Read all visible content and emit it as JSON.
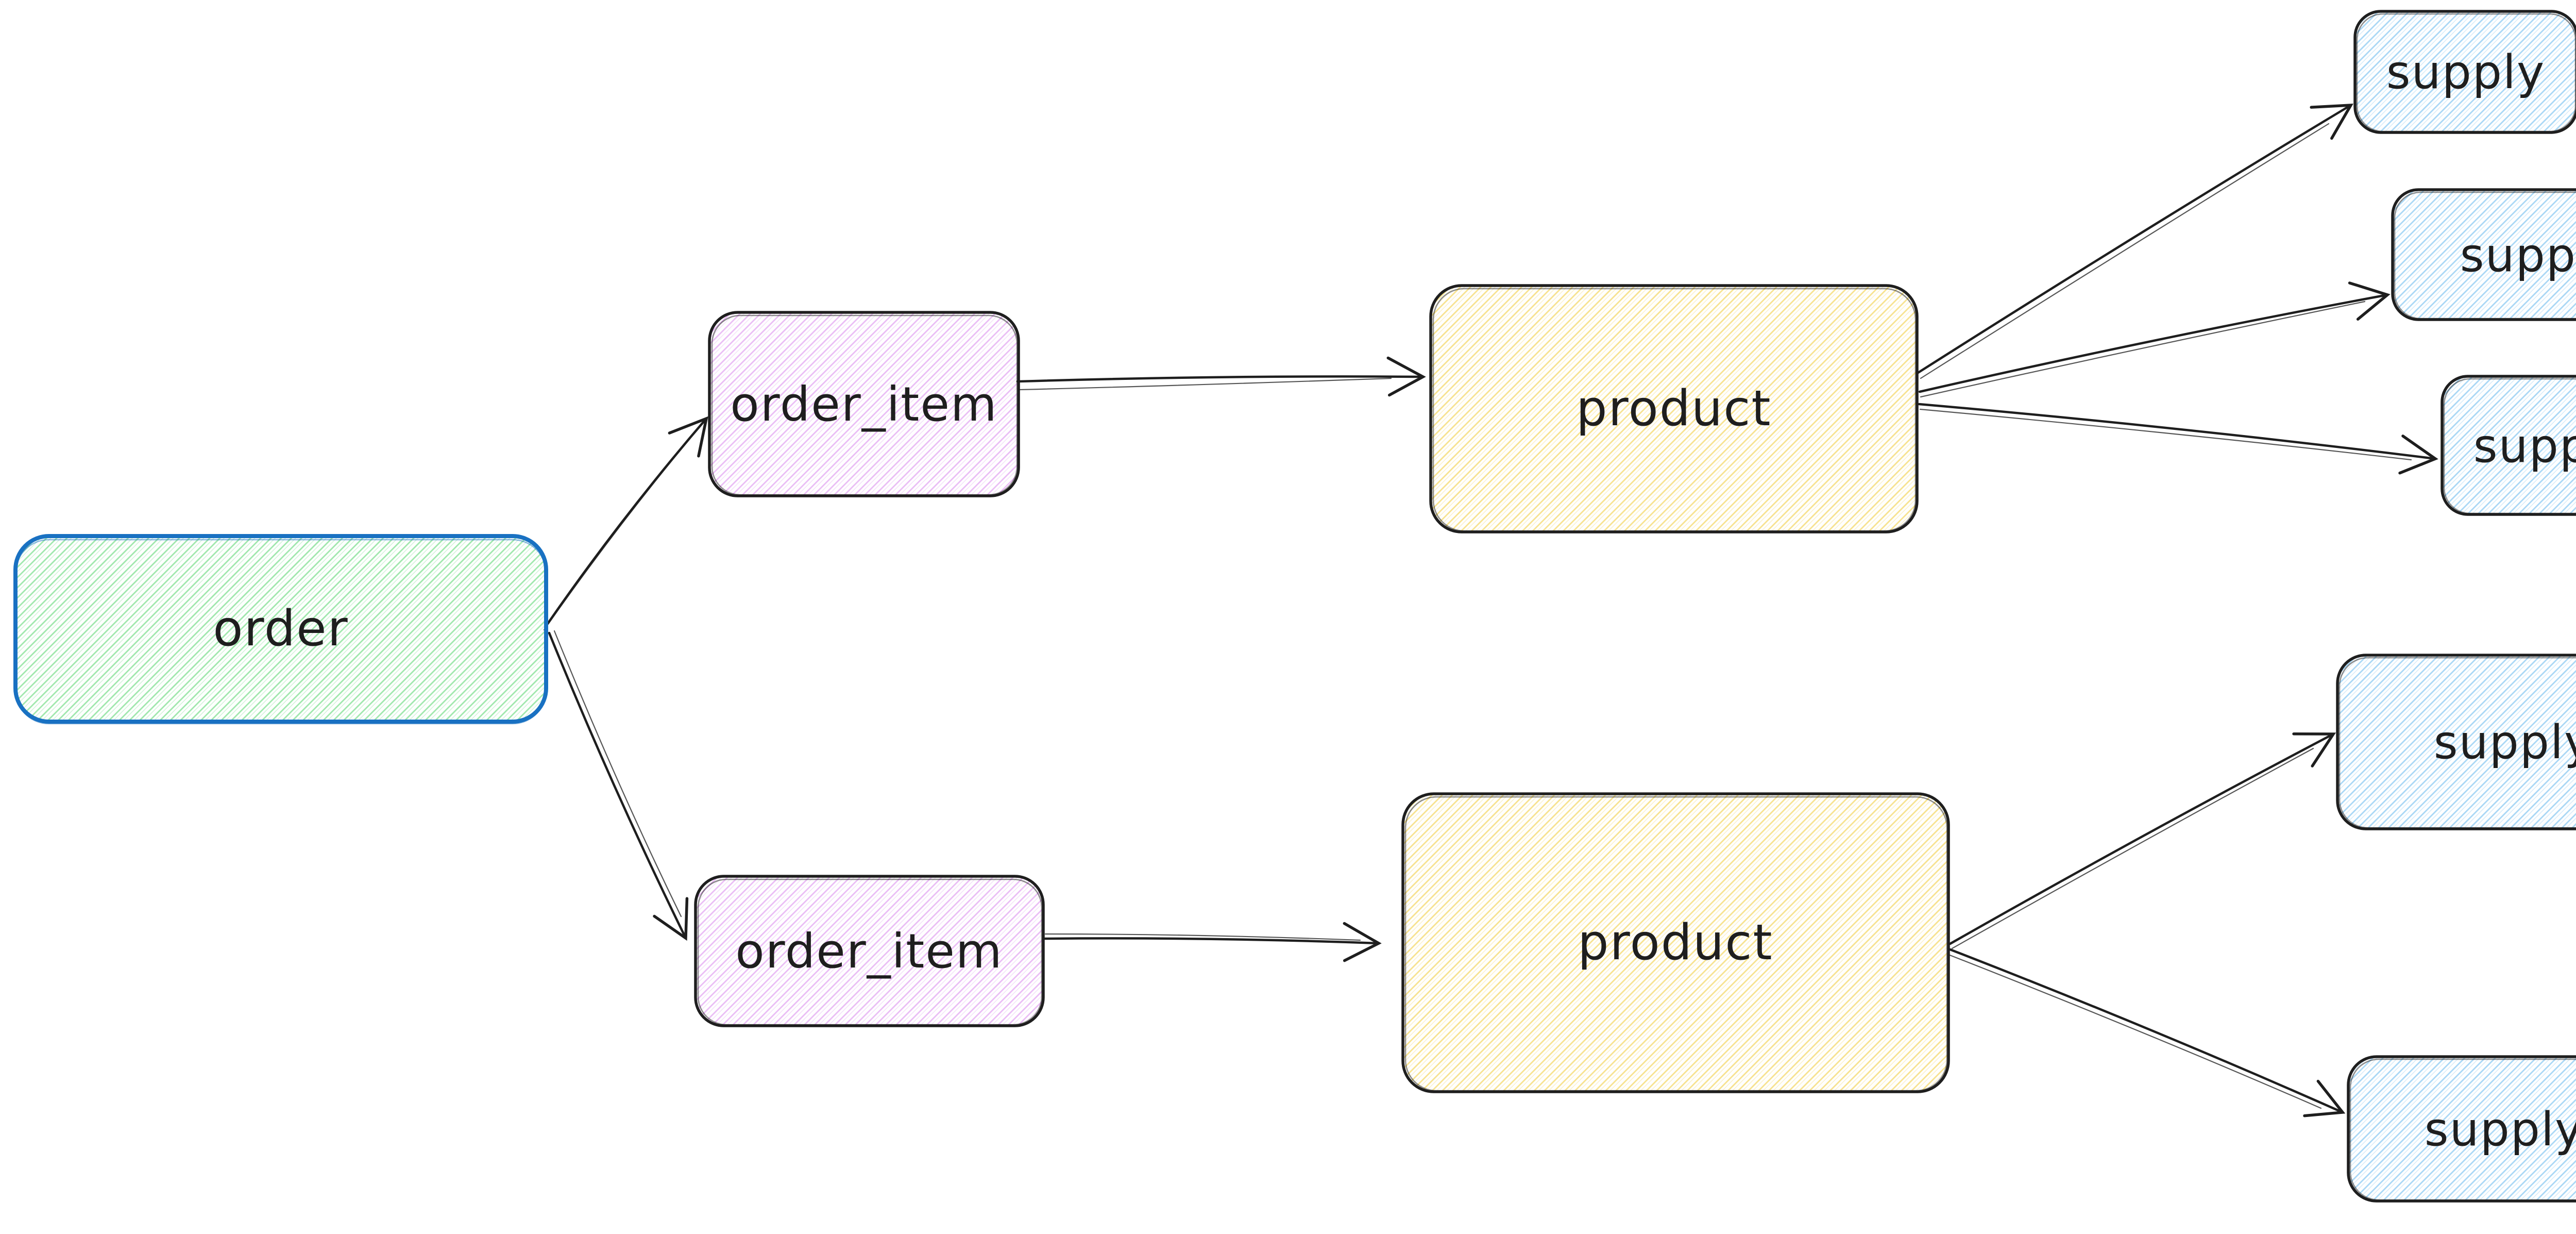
{
  "diagram": {
    "background": "#ffffff",
    "palette": {
      "ink": "#1e1e1e",
      "order_stroke": "#1971c2",
      "green_hachure": "#9fe7ac",
      "violet_hachure": "#eabdf5",
      "yellow_hachure": "#f7e28f",
      "blue_hachure": "#a9d7f5"
    },
    "nodes": [
      {
        "id": "order",
        "label": "order",
        "stroke": "#1971c2",
        "fill": "#9fe7ac"
      },
      {
        "id": "order-item-1",
        "label": "order_item",
        "stroke": "#1e1e1e",
        "fill": "#eabdf5"
      },
      {
        "id": "order-item-2",
        "label": "order_item",
        "stroke": "#1e1e1e",
        "fill": "#eabdf5"
      },
      {
        "id": "product-1",
        "label": "product",
        "stroke": "#1e1e1e",
        "fill": "#f7e28f"
      },
      {
        "id": "product-2",
        "label": "product",
        "stroke": "#1e1e1e",
        "fill": "#f7e28f"
      },
      {
        "id": "supply-1",
        "label": "supply",
        "stroke": "#1e1e1e",
        "fill": "#a9d7f5"
      },
      {
        "id": "supply-2",
        "label": "supply",
        "stroke": "#1e1e1e",
        "fill": "#a9d7f5"
      },
      {
        "id": "supply-3",
        "label": "supply",
        "stroke": "#1e1e1e",
        "fill": "#a9d7f5"
      },
      {
        "id": "supply-4",
        "label": "supply",
        "stroke": "#1e1e1e",
        "fill": "#a9d7f5"
      },
      {
        "id": "supply-5",
        "label": "supply",
        "stroke": "#1e1e1e",
        "fill": "#a9d7f5"
      }
    ],
    "edges": [
      {
        "from": "order",
        "to": "order-item-1"
      },
      {
        "from": "order",
        "to": "order-item-2"
      },
      {
        "from": "order-item-1",
        "to": "product-1"
      },
      {
        "from": "order-item-2",
        "to": "product-2"
      },
      {
        "from": "product-1",
        "to": "supply-1"
      },
      {
        "from": "product-1",
        "to": "supply-2"
      },
      {
        "from": "product-1",
        "to": "supply-3"
      },
      {
        "from": "product-2",
        "to": "supply-4"
      },
      {
        "from": "product-2",
        "to": "supply-5"
      }
    ]
  }
}
